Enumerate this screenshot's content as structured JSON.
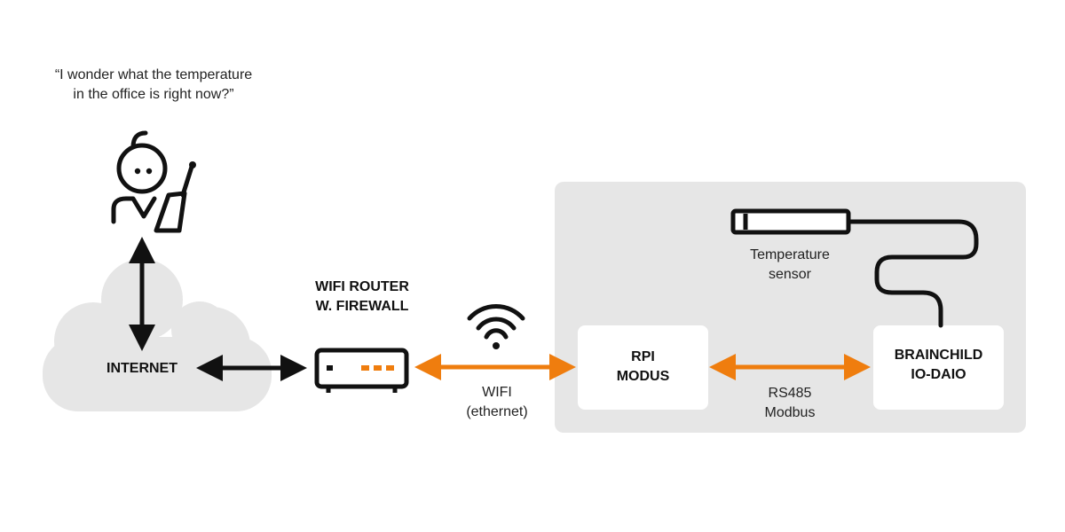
{
  "quote": {
    "line1": "“I wonder what the temperature",
    "line2": "in the office is right now?”"
  },
  "internet": {
    "label": "INTERNET"
  },
  "router": {
    "line1": "WIFI ROUTER",
    "line2": "W. FIREWALL"
  },
  "wifi_link": {
    "line1": "WIFI",
    "line2": "(ethernet)"
  },
  "rpi": {
    "line1": "RPI",
    "line2": "MODUS"
  },
  "brainchild": {
    "line1": "BRAINCHILD",
    "line2": "IO-DAIO"
  },
  "modbus_link": {
    "line1": "RS485",
    "line2": "Modbus"
  },
  "sensor": {
    "line1": "Temperature",
    "line2": "sensor"
  },
  "colors": {
    "accent": "#EF7D0E",
    "dark": "#111111",
    "panel": "#E6E6E6",
    "cloud": "#E6E6E6",
    "node_bg": "#FFFFFF"
  },
  "icons": [
    "person-icon",
    "cloud-icon",
    "router-icon",
    "wifi-signal-icon",
    "temperature-probe-icon"
  ]
}
